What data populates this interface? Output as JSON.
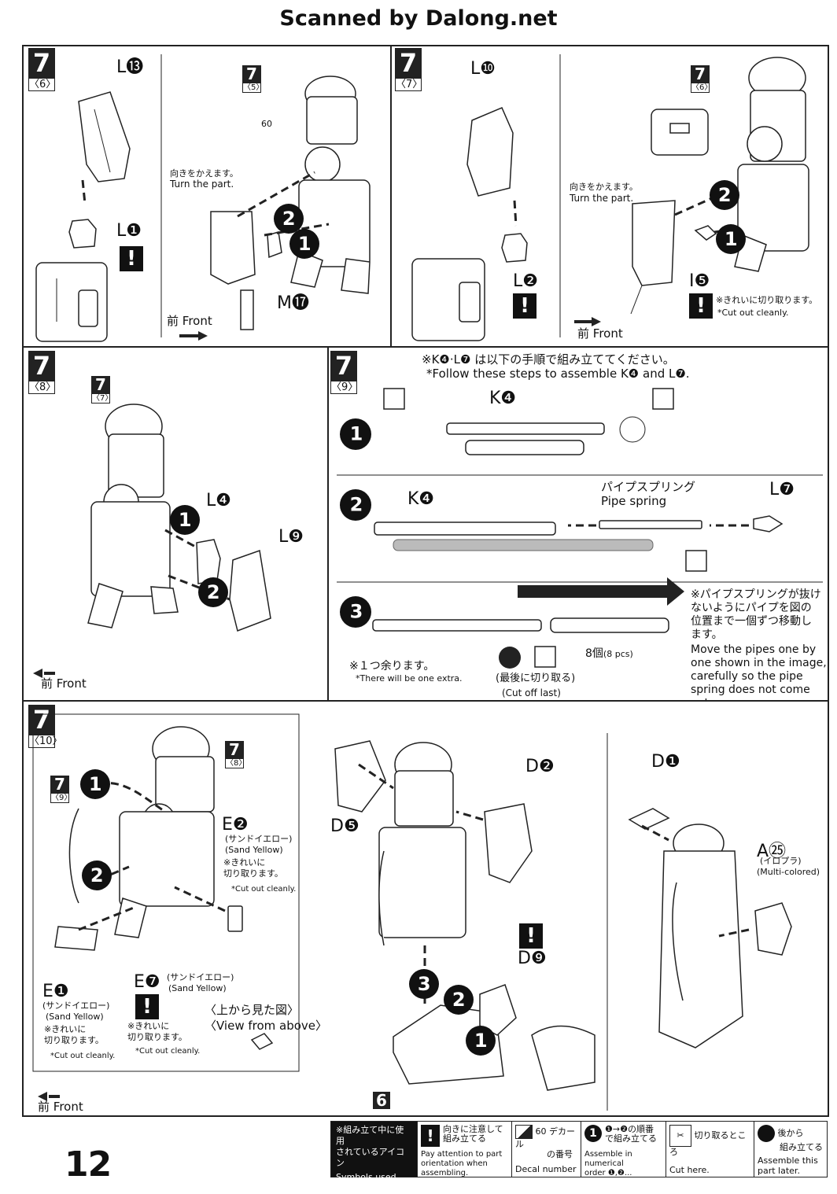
{
  "header": {
    "title": "Scanned by Dalong.net"
  },
  "page_number": "12",
  "panels": {
    "p6": {
      "step": "7",
      "sub": "〈6〉",
      "ref_step": "7",
      "ref_sub": "〈5〉",
      "labels": {
        "l13": "L⓭",
        "l1": "L❶",
        "m17": "M⓱",
        "decal": "60"
      },
      "turn_ja": "向きをかえます。",
      "turn_en": "Turn the part.",
      "front_ja": "前",
      "front_en": "Front"
    },
    "p7": {
      "step": "7",
      "sub": "〈7〉",
      "ref_step": "7",
      "ref_sub": "〈6〉",
      "labels": {
        "l10": "L❿",
        "l2": "L❷",
        "i5": "I❺"
      },
      "turn_ja": "向きをかえます。",
      "turn_en": "Turn the part.",
      "cut_ja": "※きれいに切り取ります。",
      "cut_en": "*Cut out cleanly.",
      "front_ja": "前",
      "front_en": "Front"
    },
    "p8": {
      "step": "7",
      "sub": "〈8〉",
      "ref_step": "7",
      "ref_sub": "〈7〉",
      "labels": {
        "l4": "L❹",
        "l9": "L❾"
      },
      "front_ja": "前",
      "front_en": "Front"
    },
    "p9": {
      "step": "7",
      "sub": "〈9〉",
      "note_ja": "※K❹·L❼ は以下の手順で組み立ててください。",
      "note_en": "*Follow these steps to assemble K❹ and L❼.",
      "k4_a": "K❹",
      "k4_b": "K❹",
      "l7": "L❼",
      "spring_ja": "パイプスプリング",
      "spring_en": "Pipe spring",
      "extra_ja": "※１つ余ります。",
      "extra_en": "*There will be one extra.",
      "count_ja": "8個",
      "count_en": "(8 pcs)",
      "cutlast_ja": "(最後に切り取る)",
      "cutlast_en": "(Cut off last)",
      "move_ja": [
        "※パイプスプリングが抜け",
        "ないようにパイプを図の",
        "位置まで一個ずつ移動し",
        "ます。"
      ],
      "move_en": [
        "Move the pipes one by",
        "one shown in the image,",
        "carefully so the pipe",
        "spring does not come out."
      ]
    },
    "p10": {
      "step": "7",
      "sub": "〈10〉",
      "ref_a_step": "7",
      "ref_a_sub": "〈9〉",
      "ref_b_step": "7",
      "ref_b_sub": "〈8〉",
      "e2": "E❷",
      "e2_ja": "(サンドイエロー)",
      "e2_en": "(Sand Yellow)",
      "e2_cut_ja": [
        "※きれいに",
        "切り取ります。"
      ],
      "e2_cut_en": "*Cut out cleanly.",
      "e1": "E❶",
      "e1_ja": "(サンドイエロー)",
      "e1_en": "(Sand Yellow)",
      "e1_cut_ja": [
        "※きれいに",
        "切り取ります。"
      ],
      "e1_cut_en": "*Cut out cleanly.",
      "e7": "E❼",
      "e7_ja": "(サンドイエロー)",
      "e7_en": "(Sand Yellow)",
      "e7_cut_ja": [
        "※きれいに",
        "切り取ります。"
      ],
      "e7_cut_en": "*Cut out cleanly.",
      "view_ja": "〈上から見た図〉",
      "view_en": "〈View from above〉",
      "d5": "D❺",
      "d2": "D❷",
      "d9": "D❾",
      "d1": "D❶",
      "a25": "A㉕",
      "a25_ja": "(イロプラ)",
      "a25_en": "(Multi-colored)",
      "ref6": "6",
      "front_ja": "前",
      "front_en": "Front"
    }
  },
  "legend": {
    "title_ja": [
      "※組み立て中に使用",
      "されているアイコン"
    ],
    "title_en": [
      "Symbols used",
      "in instructions"
    ],
    "items": [
      {
        "ja": [
          "向きに注意して",
          "組み立てる"
        ],
        "en": [
          "Pay attention to part",
          "orientation when assembling."
        ]
      },
      {
        "ja": [
          "デカール",
          "の番号"
        ],
        "en": [
          "Decal number"
        ],
        "num": "60"
      },
      {
        "ja": [
          "❶→❷の順番",
          "で組み立てる"
        ],
        "en": [
          "Assemble in numerical",
          "order ❶,❷..."
        ]
      },
      {
        "ja": [
          "切り取るところ"
        ],
        "en": [
          "Cut here."
        ]
      },
      {
        "ja": [
          "後から",
          "組み立てる"
        ],
        "en": [
          "Assemble this",
          "part later."
        ]
      }
    ]
  }
}
